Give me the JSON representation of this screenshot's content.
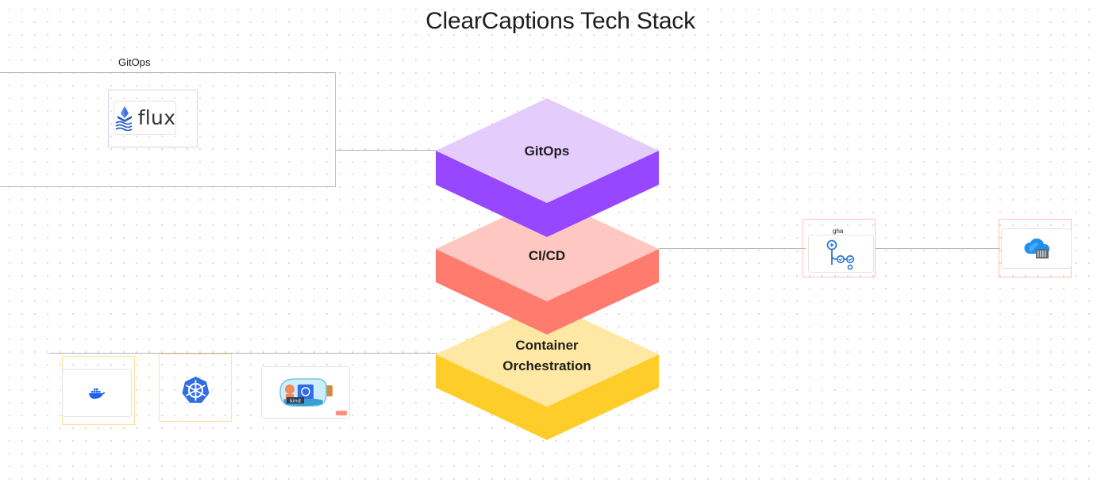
{
  "title": "ClearCaptions Tech Stack",
  "gitops_frame": {
    "label": "GitOps"
  },
  "layers": [
    {
      "name": "GitOps",
      "lines": [
        "GitOps"
      ],
      "top_color": "#E4CCFC",
      "side_color": "#9747FF"
    },
    {
      "name": "CI/CD",
      "lines": [
        "CI/CD"
      ],
      "top_color": "#FFC7C2",
      "side_color": "#FF7B6E"
    },
    {
      "name": "Container Orchestration",
      "lines": [
        "Container",
        "Orchestration"
      ],
      "top_color": "#FFE8A3",
      "side_color": "#FFCD29"
    }
  ],
  "tools": {
    "flux": {
      "text": "flux",
      "icon": "flux-logo-icon"
    },
    "gha": {
      "label": "gha",
      "icon": "github-actions-icon"
    },
    "azure_container": {
      "icon": "azure-container-registry-icon"
    },
    "docker": {
      "icon": "docker-icon"
    },
    "kubernetes": {
      "icon": "kubernetes-icon"
    },
    "kind": {
      "text": "kind",
      "icon": "kind-logo-icon"
    }
  },
  "colors": {
    "purple_outline": "#E8C9FB",
    "red_outline": "#FFC2BB",
    "yellow_outline": "#FFE199",
    "connector": "#B3B3B3",
    "docker_blue": "#1D63ED",
    "kubernetes_blue": "#326CE5"
  }
}
